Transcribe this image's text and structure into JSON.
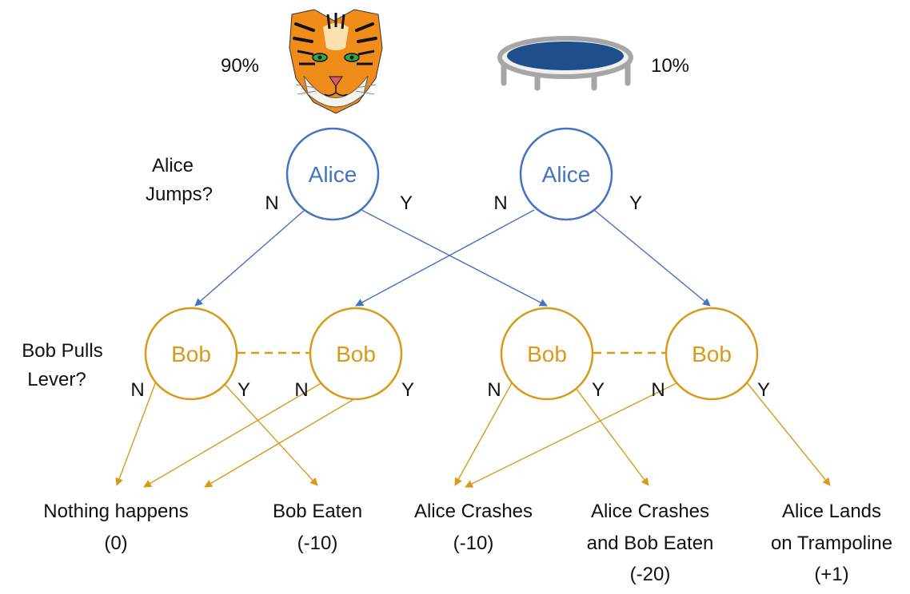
{
  "colors": {
    "alice": "#4472c4",
    "bob": "#d99a1c",
    "trampoline": "#1f4e8c",
    "trampoline_frame": "#a6a6a6",
    "tiger_orange": "#f08c1a"
  },
  "icons": {
    "tiger": "tiger-face-icon",
    "trampoline": "trampoline-icon"
  },
  "chance": {
    "left_prob": "90%",
    "right_prob": "10%"
  },
  "questions": {
    "alice_line1": "Alice",
    "alice_line2": "Jumps?",
    "bob_line1": "Bob Pulls",
    "bob_line2": "Lever?"
  },
  "nodes": {
    "alice": [
      "Alice",
      "Alice"
    ],
    "bob": [
      "Bob",
      "Bob",
      "Bob",
      "Bob"
    ]
  },
  "edge_labels": {
    "no": "N",
    "yes": "Y"
  },
  "outcomes": [
    {
      "line1": "Nothing happens",
      "line2": "(0)",
      "line3": ""
    },
    {
      "line1": "Bob Eaten",
      "line2": "(-10)",
      "line3": ""
    },
    {
      "line1": "Alice Crashes",
      "line2": "(-10)",
      "line3": ""
    },
    {
      "line1": "Alice Crashes",
      "line2": "and Bob Eaten",
      "line3": "(-20)"
    },
    {
      "line1": "Alice Lands",
      "line2": "on Trampoline",
      "line3": "(+1)"
    }
  ]
}
